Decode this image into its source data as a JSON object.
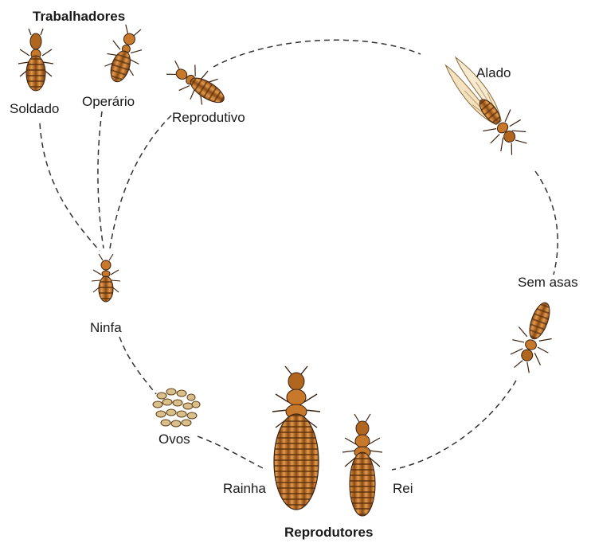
{
  "diagram": {
    "groups": {
      "workers": "Trabalhadores",
      "reproducers": "Reprodutores"
    },
    "stages": {
      "soldier": "Soldado",
      "worker": "Operário",
      "reproductive": "Reprodutivo",
      "winged": "Alado",
      "wingless": "Sem asas",
      "nymph": "Ninfa",
      "eggs": "Ovos",
      "queen": "Rainha",
      "king": "Rei"
    },
    "colors": {
      "body": "#c8782a",
      "body_light": "#e8a35a",
      "outline": "#3a2210",
      "wing": "#f3e2bf",
      "egg": "#d9c08a",
      "connector": "#333333"
    }
  }
}
